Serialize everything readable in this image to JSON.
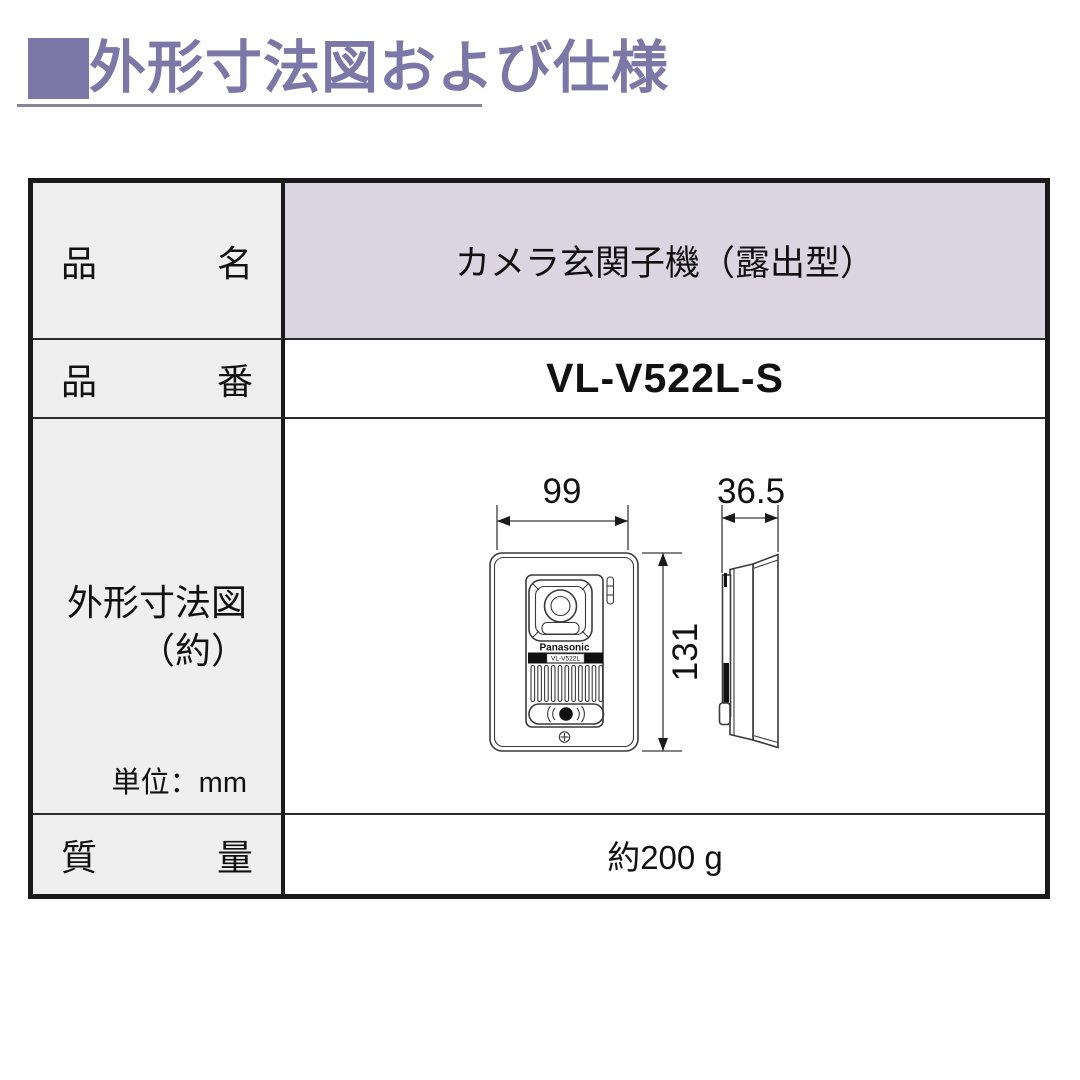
{
  "page": {
    "title": "外形寸法図および仕様"
  },
  "table": {
    "rows": [
      {
        "label": "品名",
        "value": "カメラ玄関子機（露出型）"
      },
      {
        "label": "品番",
        "value": "VL-V522L-S"
      },
      {
        "label": "外形寸法図",
        "note": "（約）",
        "unit": "単位：mm"
      },
      {
        "label": "質量",
        "value": "約200 g"
      }
    ]
  },
  "diagram": {
    "width_label": "99",
    "height_label": "131",
    "depth_label": "36.5",
    "brand": "Panasonic",
    "model": "VL-V522L"
  },
  "colors": {
    "title_purple": "#7c77a6",
    "underline_gray": "#8a8594",
    "header_lavender": "#dbd5e1",
    "label_gray": "#efefef",
    "border_dark": "#1a1a1a",
    "line_color": "#3a3a3a"
  }
}
